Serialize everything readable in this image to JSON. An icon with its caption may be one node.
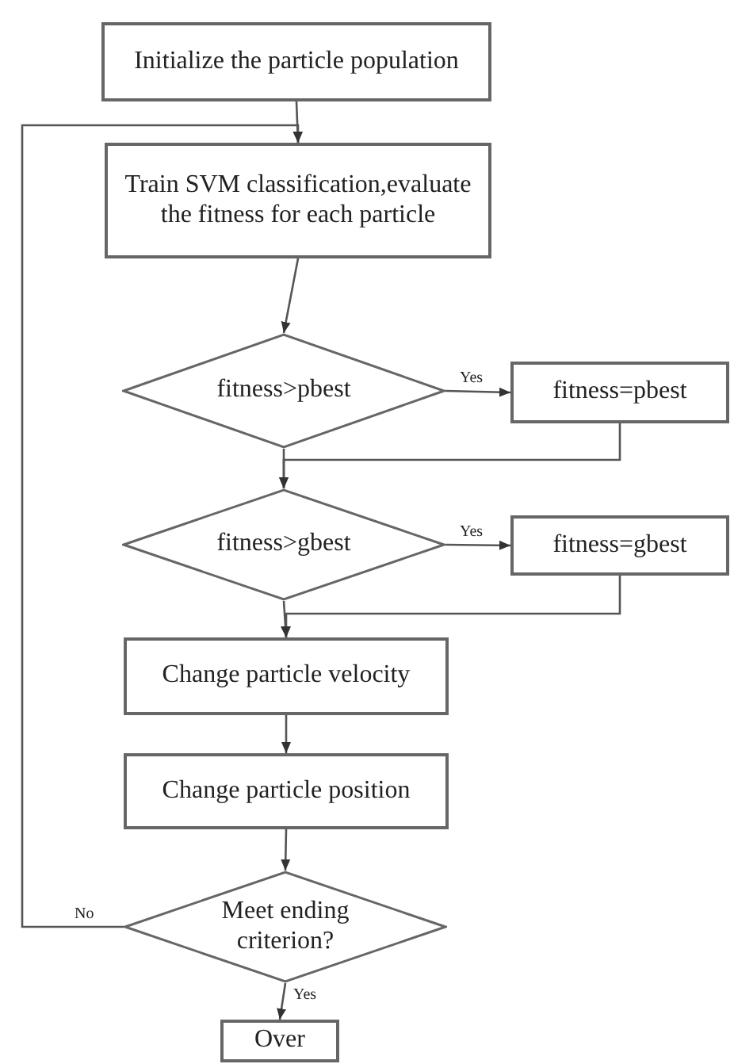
{
  "diagram": {
    "nodes": [
      {
        "text": [
          "Initialize the particle population"
        ]
      },
      {
        "text": [
          "Train SVM classification,evaluate the fitness for each particle"
        ]
      },
      {
        "text": [
          "fitness>pbest"
        ]
      },
      {
        "text": [
          "fitness=pbest"
        ]
      },
      {
        "text": [
          "fitness>gbest"
        ]
      },
      {
        "text": [
          "fitness=gbest"
        ]
      },
      {
        "text": [
          "Change particle velocity"
        ]
      },
      {
        "text": [
          "Change particle position"
        ]
      },
      {
        "text": [
          "Meet ending criterion?"
        ]
      },
      {
        "text": [
          "Over"
        ]
      }
    ],
    "edges": [
      {
        "from": 0,
        "to": 1,
        "arrow": "to"
      },
      {
        "from": 1,
        "to": 2,
        "arrow": "to"
      },
      {
        "from": 2,
        "to": 3,
        "arrow": "to",
        "label": "Yes"
      },
      {
        "from": 3,
        "to": 4,
        "arrow": "to"
      },
      {
        "from": 2,
        "to": 4,
        "arrow": "to"
      },
      {
        "from": 4,
        "to": 5,
        "arrow": "to",
        "label": "Yes"
      },
      {
        "from": 5,
        "to": 6,
        "arrow": "to"
      },
      {
        "from": 4,
        "to": 6,
        "arrow": "to"
      },
      {
        "from": 6,
        "to": 7,
        "arrow": "to"
      },
      {
        "from": 7,
        "to": 8,
        "arrow": "to"
      },
      {
        "from": 8,
        "to": 9,
        "arrow": "to",
        "label": "Yes"
      },
      {
        "from": 8,
        "to": 1,
        "arrow": "to",
        "label": "No"
      }
    ]
  }
}
